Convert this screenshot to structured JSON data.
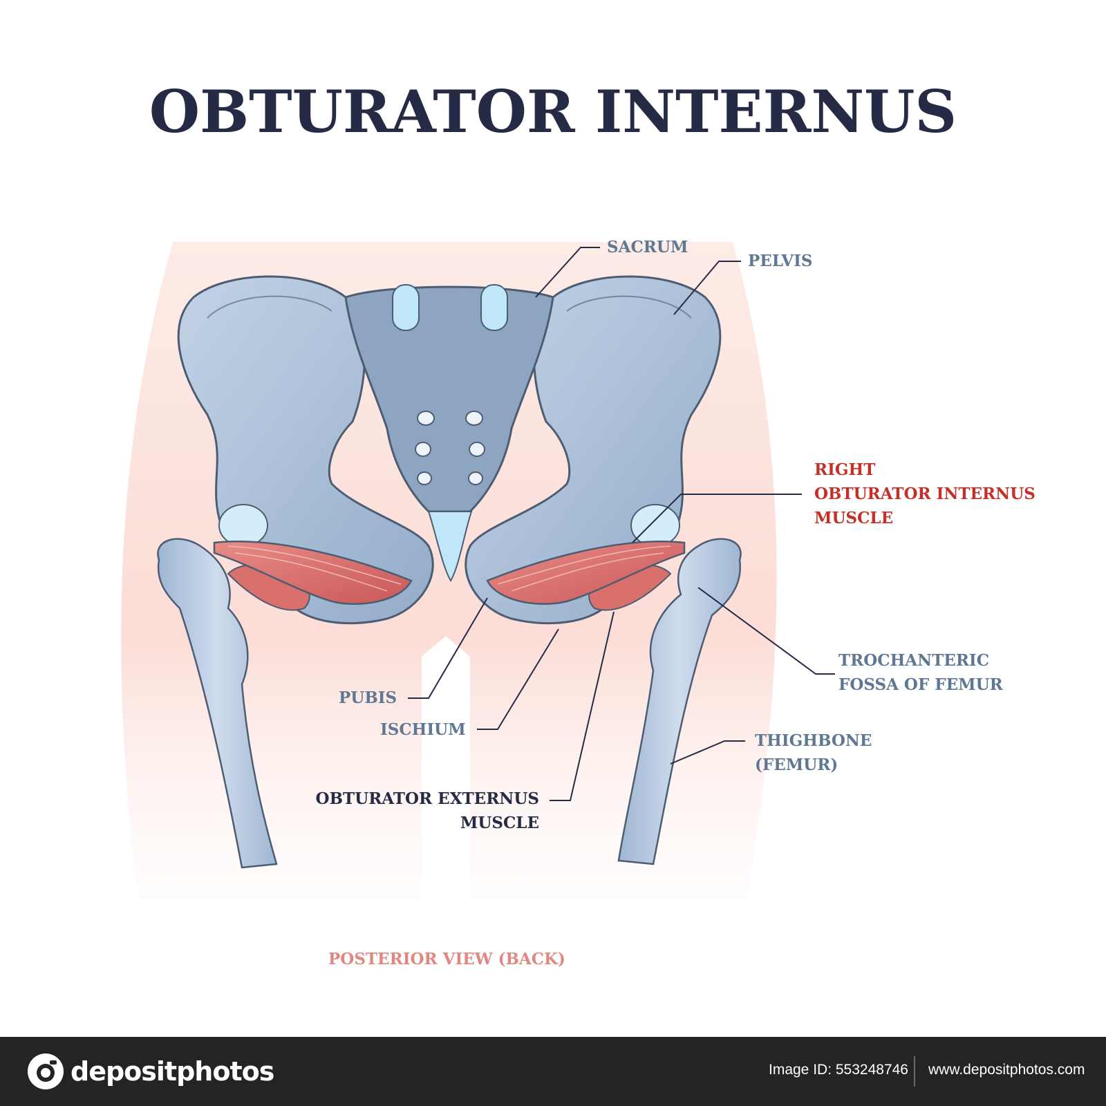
{
  "title": "OBTURATOR INTERNUS",
  "labels": {
    "sacrum": "SACRUM",
    "pelvis": "PELVIS",
    "right_obturator_internus": [
      "RIGHT",
      "OBTURATOR INTERNUS",
      "MUSCLE"
    ],
    "trochanteric_fossa": [
      "TROCHANTERIC",
      "FOSSA OF FEMUR"
    ],
    "thighbone": [
      "THIGHBONE",
      "(FEMUR)"
    ],
    "pubis": "PUBIS",
    "ischium": "ISCHIUM",
    "obturator_externus": [
      "OBTURATOR EXTERNUS",
      "MUSCLE"
    ],
    "view": "POSTERIOR VIEW (BACK)"
  },
  "footer": {
    "brand": "depositphotos",
    "image_id": "Image ID: 553248746",
    "url": "www.depositphotos.com"
  },
  "colors": {
    "title": "#252a45",
    "label_grey": "#5e7894",
    "label_red": "#c52f27",
    "label_pink": "#e08880",
    "bone": "#a8bdd5",
    "muscle": "#d9706c"
  }
}
